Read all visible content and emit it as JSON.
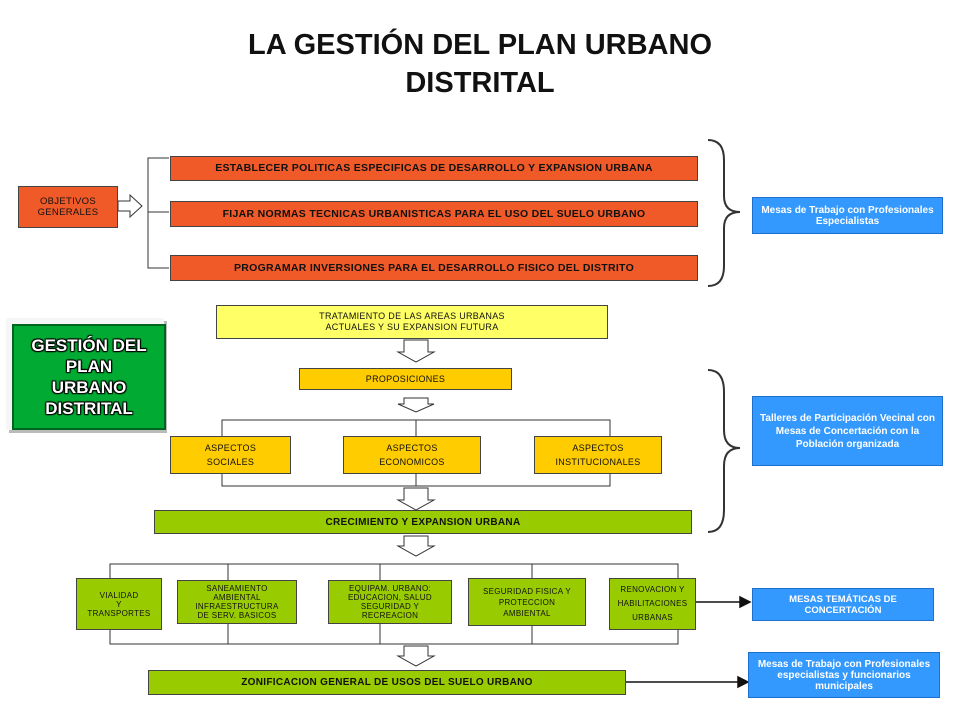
{
  "title": {
    "line1": "LA GESTIÓN DEL PLAN URBANO",
    "line2": "DISTRITAL"
  },
  "objetivos": "OBJETIVOS GENERALES",
  "goals": [
    "ESTABLECER POLITICAS ESPECIFICAS DE DESARROLLO Y EXPANSION URBANA",
    "FIJAR NORMAS TECNICAS URBANISTICAS PARA EL USO DEL SUELO URBANO",
    "PROGRAMAR INVERSIONES PARA EL DESARROLLO FISICO DEL DISTRITO"
  ],
  "gestion": {
    "line1": "GESTIÓN DEL",
    "line2": "PLAN",
    "line3": "URBANO",
    "line4": "DISTRITAL"
  },
  "tratamiento": {
    "line1": "TRATAMIENTO DE LAS AREAS URBANAS",
    "line2": "ACTUALES Y SU EXPANSION FUTURA"
  },
  "proposiciones": "PROPOSICIONES",
  "aspectos": [
    {
      "line1": "ASPECTOS",
      "line2": "SOCIALES"
    },
    {
      "line1": "ASPECTOS",
      "line2": "ECONOMICOS"
    },
    {
      "line1": "ASPECTOS",
      "line2": "INSTITUCIONALES"
    }
  ],
  "crecimiento": "CRECIMIENTO Y EXPANSION URBANA",
  "sectors": [
    {
      "lines": [
        "VIALIDAD",
        "Y",
        "TRANSPORTES"
      ]
    },
    {
      "lines": [
        "SANEAMIENTO",
        "AMBIENTAL",
        "INFRAESTRUCTURA",
        "DE SERV. BASICOS"
      ]
    },
    {
      "lines": [
        "EQUIPAM. URBANO:",
        "EDUCACION,  SALUD",
        "SEGURIDAD Y",
        "RECREACION"
      ]
    },
    {
      "lines": [
        "SEGURIDAD FISICA Y",
        "PROTECCION",
        "AMBIENTAL"
      ]
    },
    {
      "lines": [
        "RENOVACION Y",
        "HABILITACIONES",
        "URBANAS"
      ]
    }
  ],
  "zonificacion": "ZONIFICACION GENERAL DE USOS DEL SUELO URBANO",
  "side": {
    "mesas_trabajo": "Mesas de Trabajo con Profesionales Especialistas",
    "talleres": "Talleres de Participación Vecinal con Mesas de Concertación con la Población organizada",
    "mesas_tematicas": "MESAS TEMÁTICAS DE CONCERTACIÓN",
    "mesas_func": "Mesas de Trabajo con Profesionales especialistas y funcionarios municipales"
  },
  "colors": {
    "goal_red": "#f05a28",
    "yellow": "#ffff66",
    "gold": "#ffcc00",
    "green": "#99cc00",
    "blue": "#3399ff",
    "gestion_green": "#00aa33"
  }
}
